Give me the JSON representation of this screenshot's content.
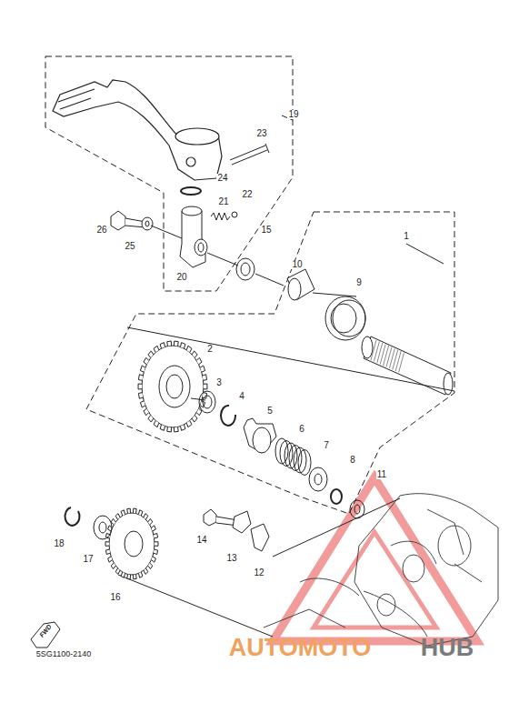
{
  "diagram": {
    "labels": [
      "19",
      "23",
      "24",
      "21",
      "22",
      "26",
      "25",
      "20",
      "15",
      "1",
      "10",
      "9",
      "2",
      "3",
      "4",
      "5",
      "6",
      "7",
      "8",
      "11",
      "18",
      "17",
      "16",
      "14",
      "13",
      "12",
      "FWD",
      "5SG1100-2140",
      "AUTOMOTO",
      "HUB"
    ]
  }
}
